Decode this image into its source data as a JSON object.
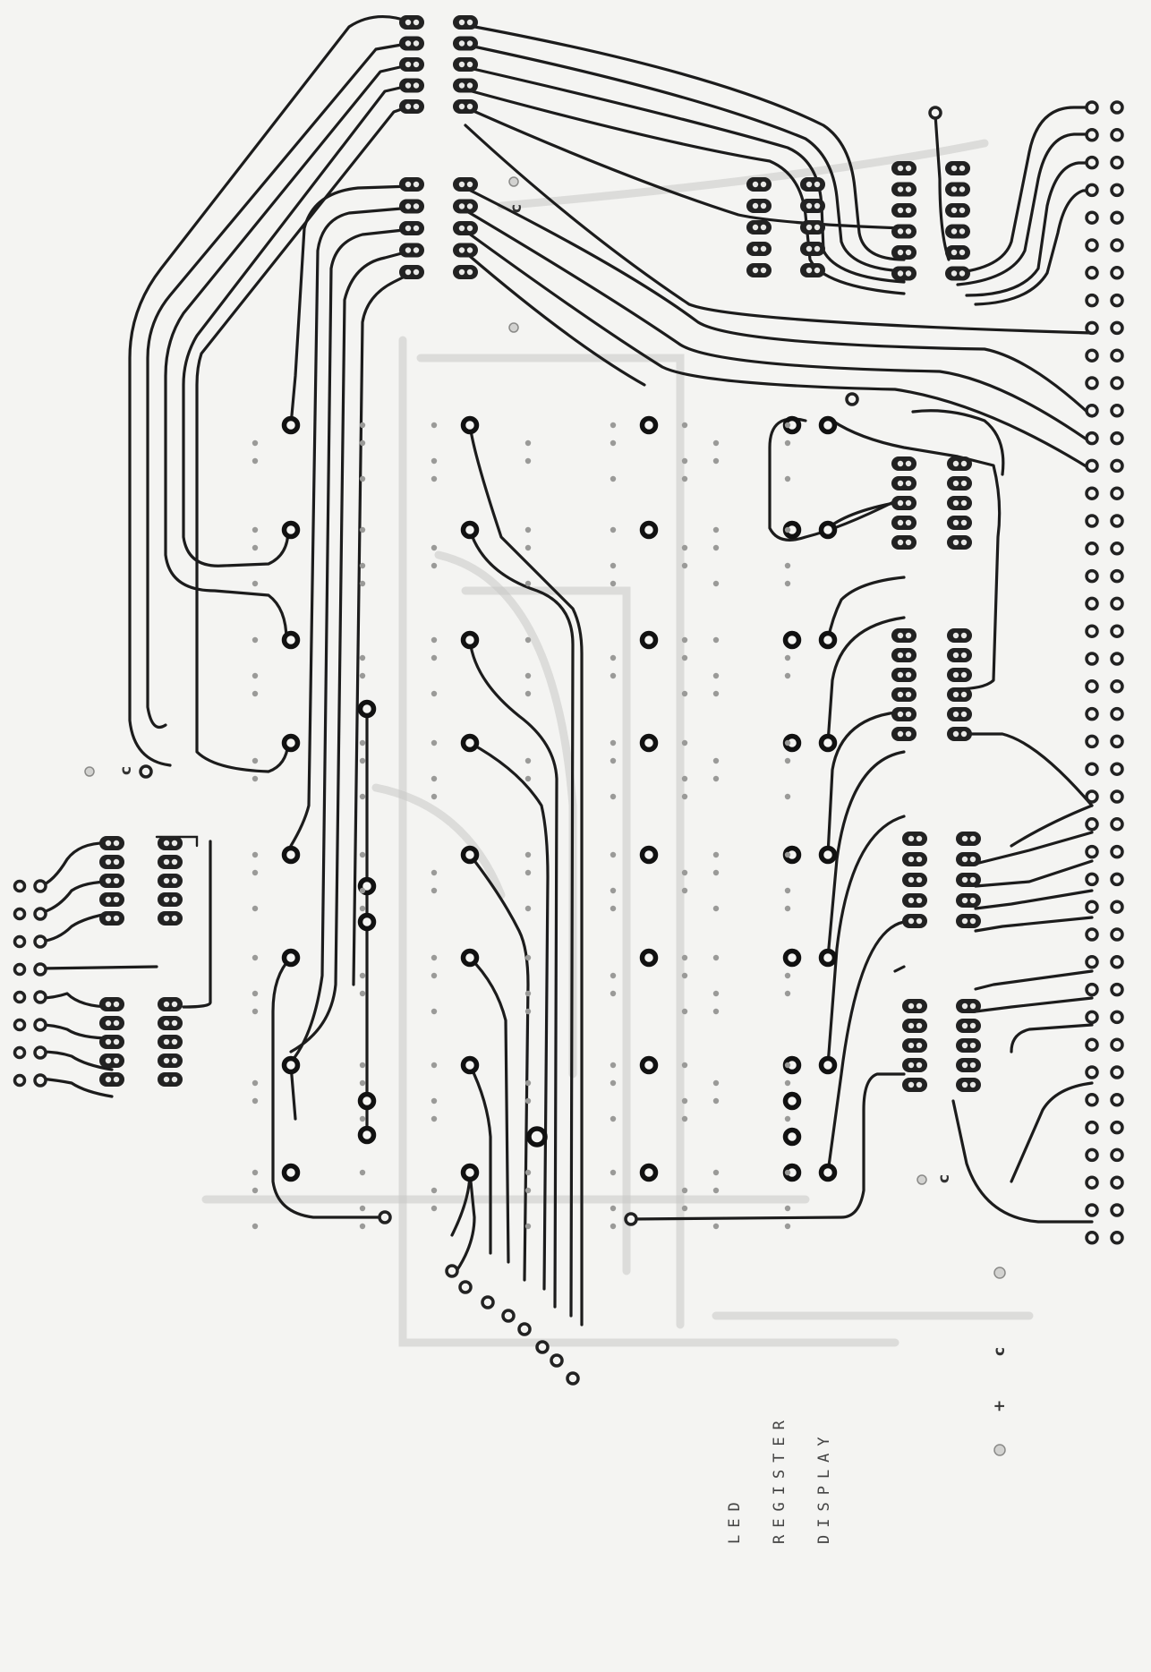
{
  "board_title_lines": [
    "LED",
    "REGISTER",
    "DISPLAY"
  ],
  "power_marks": {
    "plus": "+",
    "c_marks": [
      "c",
      "c",
      "c",
      "c"
    ]
  },
  "colors": {
    "background": "#f4f4f2",
    "copper": "#1c1c1c",
    "ghost_layer": "#c9c9c6"
  }
}
